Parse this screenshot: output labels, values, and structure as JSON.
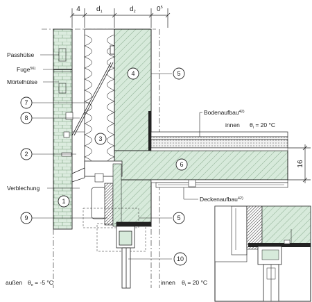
{
  "dimensions": {
    "d4": "4",
    "d1": "d",
    "d1_sub": "1",
    "d2": "d",
    "d2_sub": "2",
    "d0": "0",
    "d0_sup": "5",
    "d16": "16"
  },
  "labels": {
    "passhuelse": "Passhülse",
    "fuge": "Fuge",
    "fuge_sup": "56)",
    "moertelhuelse": "Mörtelhülse",
    "verblechung": "Verblechung",
    "bodenaufbau": "Bodenaufbau",
    "bodenaufbau_sup": "42)",
    "deckenaufbau": "Deckenaufbau",
    "deckenaufbau_sup": "42)",
    "innen_top": "innen",
    "theta_i_top": "θ",
    "theta_i_top_sub": "i",
    "theta_i_top_val": " = 20 °C",
    "aussen": "außen",
    "theta_e": "θ",
    "theta_e_sub": "e",
    "theta_e_val": " = -5 °C",
    "innen_bottom": "innen",
    "theta_i_bottom": "θ",
    "theta_i_bottom_sub": "i",
    "theta_i_bottom_val": " = 20 °C"
  },
  "callouts": [
    "1",
    "2",
    "3",
    "4",
    "5",
    "5",
    "6",
    "7",
    "8",
    "9",
    "10"
  ],
  "colors": {
    "concrete": "#d7eadb",
    "hatch": "#7aa07f",
    "line": "#222222",
    "insulation": "#ffffff"
  }
}
